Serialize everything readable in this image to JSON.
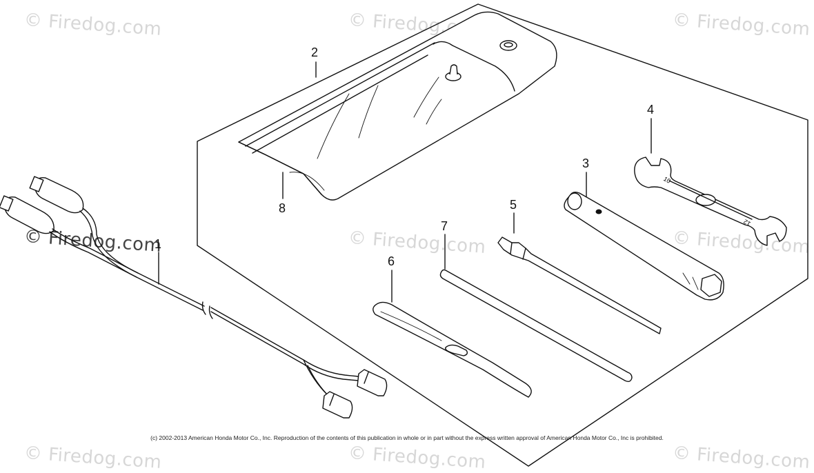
{
  "watermark": "© Firedog.com",
  "callouts": {
    "c1": "1",
    "c2": "2",
    "c3": "3",
    "c4": "4",
    "c5": "5",
    "c6": "6",
    "c7": "7",
    "c8": "8"
  },
  "copyright": "(c) 2002-2013 American Honda Motor Co., Inc. Reproduction of the contents of this publication in whole or in part without the express written approval of American Honda Motor Co., Inc is prohibited.",
  "wrench_marks": [
    "10",
    "12"
  ]
}
